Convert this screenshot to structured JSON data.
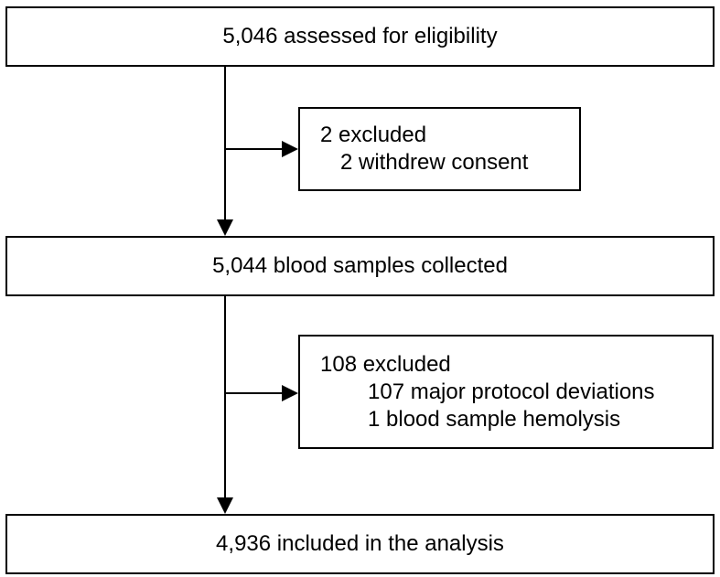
{
  "flow": {
    "assessed": "5,046 assessed for eligibility",
    "exclusion1": {
      "title": "2 excluded",
      "reasons": [
        "2 withdrew consent"
      ]
    },
    "collected": "5,044 blood samples collected",
    "exclusion2": {
      "title": "108 excluded",
      "reasons": [
        "107 major protocol deviations",
        "1 blood sample hemolysis"
      ]
    },
    "included": "4,936 included in the analysis"
  },
  "colors": {
    "line": "#000000",
    "box_border": "#000000",
    "background": "#ffffff"
  }
}
